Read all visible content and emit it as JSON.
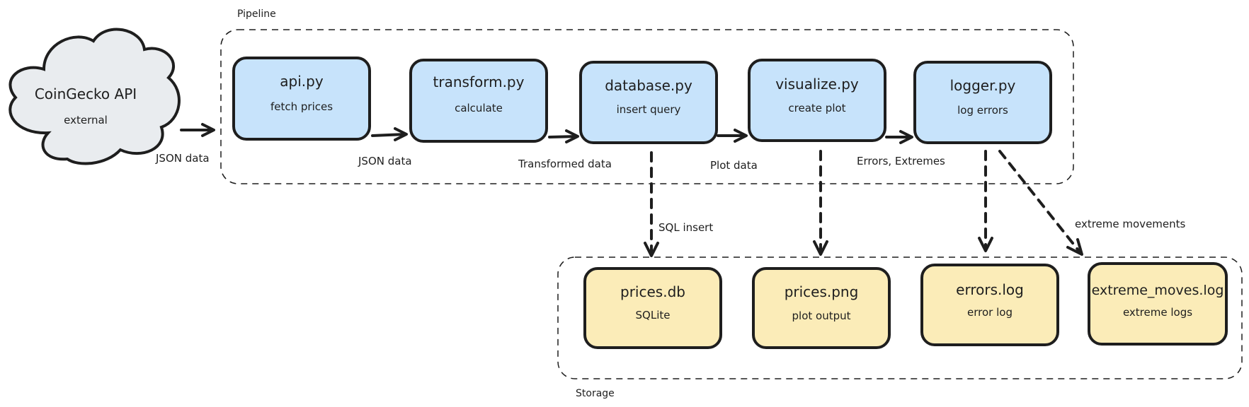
{
  "colors": {
    "stroke": "#1e1e1e",
    "process_fill": "#c7e3fb",
    "storage_fill": "#fbecb8",
    "external_fill": "#e9ecef"
  },
  "groups": {
    "pipeline": "Pipeline",
    "storage": "Storage"
  },
  "external": {
    "title": "CoinGecko API",
    "subtitle": "external",
    "icon": "cloud-icon"
  },
  "pipeline_nodes": [
    {
      "title": "api.py",
      "subtitle": "fetch prices"
    },
    {
      "title": "transform.py",
      "subtitle": "calculate"
    },
    {
      "title": "database.py",
      "subtitle": "insert query"
    },
    {
      "title": "visualize.py",
      "subtitle": "create plot"
    },
    {
      "title": "logger.py",
      "subtitle": "log errors"
    }
  ],
  "storage_nodes": [
    {
      "title": "prices.db",
      "subtitle": "SQLite"
    },
    {
      "title": "prices.png",
      "subtitle": "plot output"
    },
    {
      "title": "errors.log",
      "subtitle": "error log"
    },
    {
      "title": "extreme_moves.log",
      "subtitle": "extreme logs"
    }
  ],
  "edge_labels": {
    "external_to_api": "JSON data",
    "api_to_transform": "JSON data",
    "transform_to_database": "Transformed data",
    "database_to_visualize": "Plot data",
    "visualize_to_logger": "Errors, Extremes",
    "database_to_db": "SQL insert",
    "logger_to_extreme": "extreme movements"
  }
}
